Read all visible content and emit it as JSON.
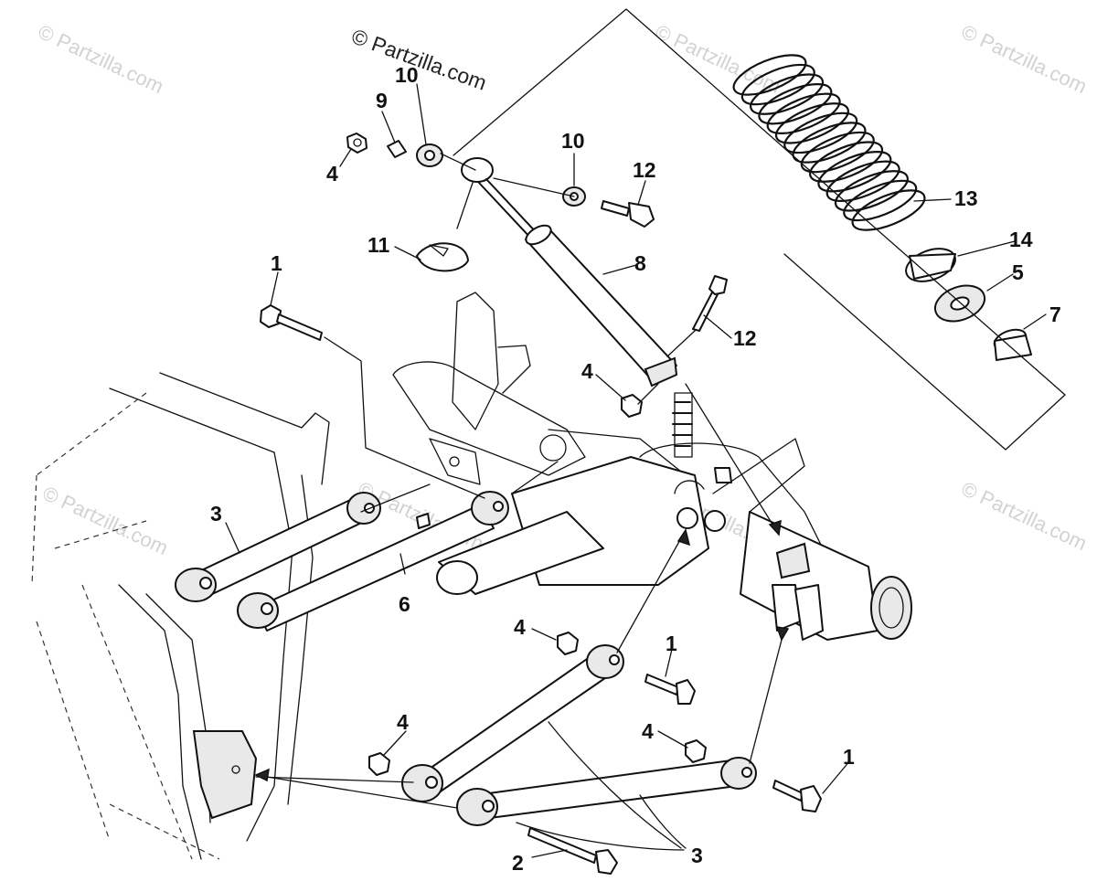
{
  "watermark": {
    "main": "© Partzilla.com",
    "faint": "© Partzilla.com"
  },
  "callouts": [
    {
      "id": "c1a",
      "label": "1"
    },
    {
      "id": "c1b",
      "label": "1"
    },
    {
      "id": "c1c",
      "label": "1"
    },
    {
      "id": "c2",
      "label": "2"
    },
    {
      "id": "c3a",
      "label": "3"
    },
    {
      "id": "c3b",
      "label": "3"
    },
    {
      "id": "c4a",
      "label": "4"
    },
    {
      "id": "c4b",
      "label": "4"
    },
    {
      "id": "c4c",
      "label": "4"
    },
    {
      "id": "c4d",
      "label": "4"
    },
    {
      "id": "c4e",
      "label": "4"
    },
    {
      "id": "c5",
      "label": "5"
    },
    {
      "id": "c6",
      "label": "6"
    },
    {
      "id": "c7",
      "label": "7"
    },
    {
      "id": "c8",
      "label": "8"
    },
    {
      "id": "c9",
      "label": "9"
    },
    {
      "id": "c10a",
      "label": "10"
    },
    {
      "id": "c10b",
      "label": "10"
    },
    {
      "id": "c11",
      "label": "11"
    },
    {
      "id": "c12a",
      "label": "12"
    },
    {
      "id": "c12b",
      "label": "12"
    },
    {
      "id": "c13",
      "label": "13"
    },
    {
      "id": "c14",
      "label": "14"
    }
  ]
}
